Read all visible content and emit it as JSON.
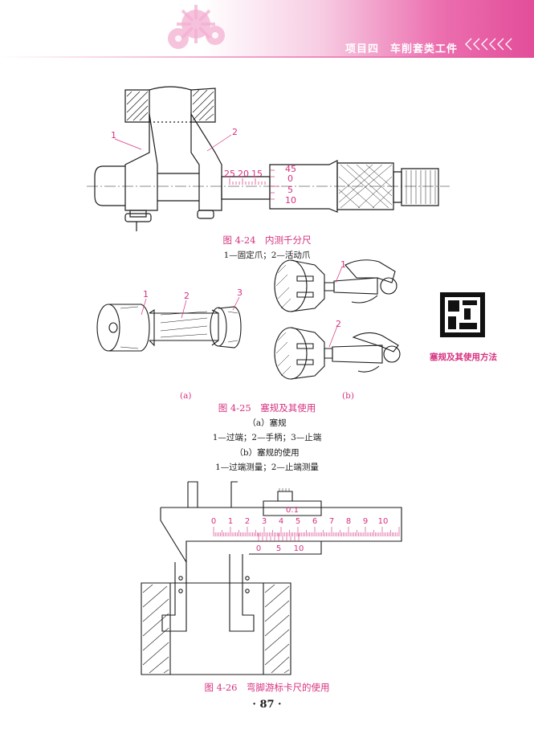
{
  "header": {
    "title": "项目四　车削套类工件"
  },
  "figures": {
    "fig424": {
      "caption": "图 4-24　内测千分尺",
      "legend": "1—固定爪；2—活动爪",
      "callouts": [
        "1",
        "2"
      ],
      "scale_numbers": [
        "25",
        "20",
        "15",
        "45",
        "0",
        "5",
        "10"
      ]
    },
    "fig425": {
      "sub_a": "(a)",
      "sub_b": "(b)",
      "caption": "图 4-25　塞规及其使用",
      "line_a": "（a）塞规",
      "legend_a": "1—过端；2—手柄；3—止端",
      "line_b": "（b）塞规的使用",
      "legend_b": "1—过端测量；2—止端测量",
      "callouts_a": [
        "1",
        "2",
        "3"
      ],
      "callouts_b": [
        "1",
        "2"
      ]
    },
    "fig426": {
      "caption": "图 4-26　弯脚游标卡尺的使用",
      "main_scale": [
        "0",
        "1",
        "2",
        "3",
        "4",
        "5",
        "6",
        "7",
        "8",
        "9",
        "10"
      ],
      "vernier_scale": [
        "0",
        "5",
        "10"
      ],
      "resolution": "0.1"
    }
  },
  "qr": {
    "label": "塞规及其使用方法"
  },
  "page": {
    "number": "· 87 ·"
  },
  "colors": {
    "accent": "#d6317f",
    "header_pink": "#e24d99",
    "line": "#1a1a1a"
  }
}
